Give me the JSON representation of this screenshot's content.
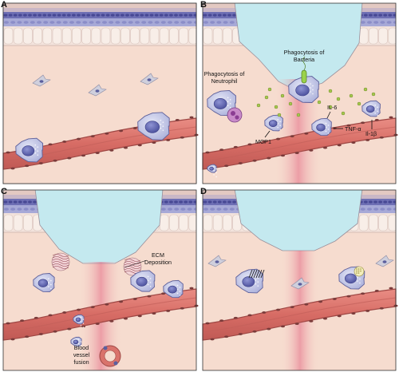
{
  "figure": {
    "panels": [
      {
        "id": "A",
        "label": "A"
      },
      {
        "id": "B",
        "label": "B"
      },
      {
        "id": "C",
        "label": "C"
      },
      {
        "id": "D",
        "label": "D"
      }
    ],
    "annotations": {
      "B": {
        "phago_bacteria_1": "Phagocytosis of",
        "phago_bacteria_2": "Bacteria",
        "phago_neutrophil_1": "Phagocytosis of",
        "phago_neutrophil_2": "Neutrophil",
        "mcp1": "MCP1",
        "il6": "IL-6",
        "tnfa": "TNF-α",
        "il1b": "Il-1β"
      },
      "C": {
        "ecm_1": "ECM",
        "ecm_2": "Deposition",
        "fusion_1": "Blood",
        "fusion_2": "vessel",
        "fusion_3": "fusion"
      }
    },
    "colors": {
      "tissue": "#f6dccf",
      "blood_vessel": "#d9736c",
      "vessel_dark": "#b5504a",
      "macrophage": "#c9cdea",
      "nucleus": "#6a6fb8",
      "wound": "#c4e9ef",
      "skin_purple": "#8b8cc8",
      "inflammation": "#e88a98",
      "bacteria": "#9bd24a"
    }
  }
}
